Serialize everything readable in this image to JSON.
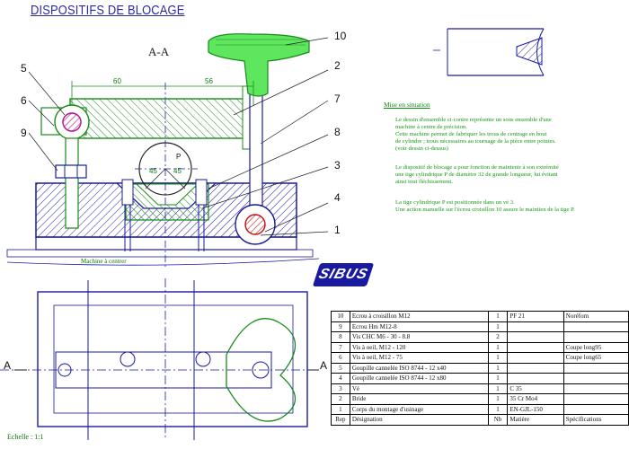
{
  "title": "DISPOSITIFS DE BLOCAGE",
  "section_label": "A-A",
  "callouts": [
    "10",
    "2",
    "5",
    "6",
    "7",
    "8",
    "9",
    "3",
    "4",
    "1"
  ],
  "dimensions": {
    "d1": "60",
    "d2": "56",
    "center": "P",
    "angle_l": "45",
    "angle_r": "45"
  },
  "situation": {
    "title": "Mise en situation",
    "p1": [
      "Le dessin d'ensemble ci-contre représente un sous ensemble d'une",
      "machine à centre de précision.",
      "Cette machine permet de fabriquer les trous de centrage en bout",
      "de cylindre ; trous nécessaires au tournage de la pièce entre pointes.",
      "(voir dessin ci-dessus)"
    ],
    "p2": [
      "Le dispositif de blocage a pour fonction de maintenir à son extrémité",
      "une tige cylindrique P de diamètre 32 de grande longueur, lui évitant",
      "ainsi tout fléchissement."
    ],
    "p3": [
      "La tige cylindrique P est positionnée dans un vé 3.",
      "Une action manuelle sur l'écrou croisillon 10 assure le maintien de la tige P."
    ]
  },
  "machine_label": "Machine à centrer",
  "logo_text": "SIBUS",
  "scale": "Echelle : 1:1",
  "section_marks": [
    "A",
    "A"
  ],
  "bom": {
    "header": [
      "Rep",
      "Désignation",
      "Nb",
      "Matière",
      "Spécifications"
    ],
    "rows": [
      [
        "10",
        "Ecrou à croisillon M12",
        "1",
        "PF 21",
        "Noréfom"
      ],
      [
        "9",
        "Ecrou Hm M12-8",
        "1",
        "",
        ""
      ],
      [
        "8",
        "Vis CHC M6 - 30 - 8.8",
        "2",
        "",
        ""
      ],
      [
        "7",
        "Vis à oeil, M12 - 120",
        "1",
        "",
        "Coupe long95"
      ],
      [
        "6",
        "Vis à oeil, M12 - 75",
        "1",
        "",
        "Coupe long65"
      ],
      [
        "5",
        "Goupille cannelée ISO 8744 - 12 x40",
        "1",
        "",
        ""
      ],
      [
        "4",
        "Goupille cannelée ISO 8744 - 12 x80",
        "1",
        "",
        ""
      ],
      [
        "3",
        "Vé",
        "1",
        "C 35",
        ""
      ],
      [
        "2",
        "Bride",
        "1",
        "35 Cr Mo4",
        ""
      ],
      [
        "1",
        "Corps du montage d'usinage",
        "1",
        "EN-GJL-150",
        ""
      ]
    ]
  }
}
